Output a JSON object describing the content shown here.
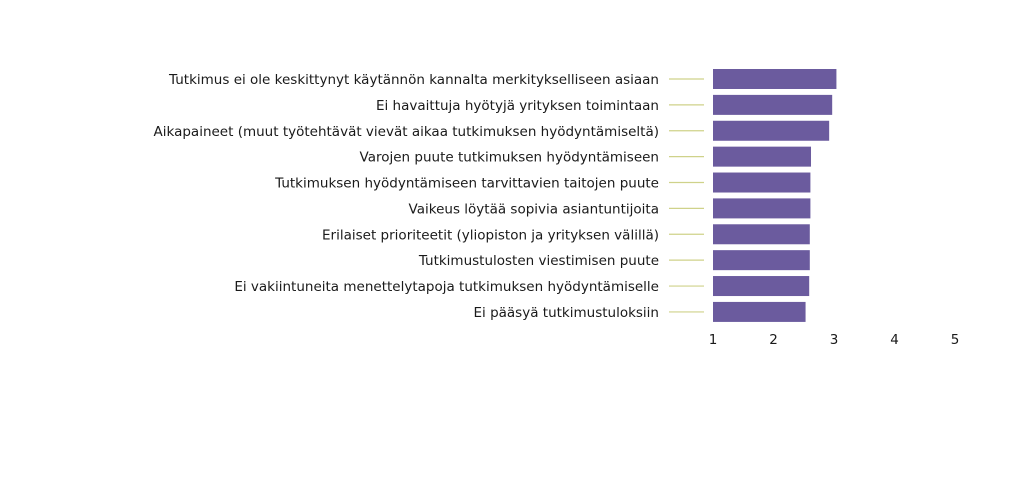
{
  "chart_data": {
    "type": "bar",
    "orientation": "horizontal",
    "categories": [
      "Tutkimus ei ole keskittynyt käytännön kannalta merkitykselliseen asiaan",
      "Ei havaittuja hyötyjä yrityksen toimintaan",
      "Aikapaineet (muut työtehtävät vievät aikaa tutkimuksen hyödyntämiseltä)",
      "Varojen puute tutkimuksen hyödyntämiseen",
      "Tutkimuksen hyödyntämiseen tarvittavien taitojen puute",
      "Vaikeus löytää sopivia asiantuntijoita",
      "Erilaiset prioriteetit (yliopiston ja yrityksen välillä)",
      "Tutkimustulosten viestimisen puute",
      "Ei vakiintuneita menettelytapoja tutkimuksen hyödyntämiselle",
      "Ei pääsyä tutkimustuloksiin"
    ],
    "values": [
      3.04,
      2.97,
      2.92,
      2.62,
      2.61,
      2.61,
      2.6,
      2.6,
      2.59,
      2.53
    ],
    "xlim": [
      1,
      5
    ],
    "xticks": [
      "1",
      "2",
      "3",
      "4",
      "5"
    ],
    "bar_color": "#6b5b9e",
    "leader_color": "#cfd28a",
    "grid": false,
    "legend": "none"
  }
}
